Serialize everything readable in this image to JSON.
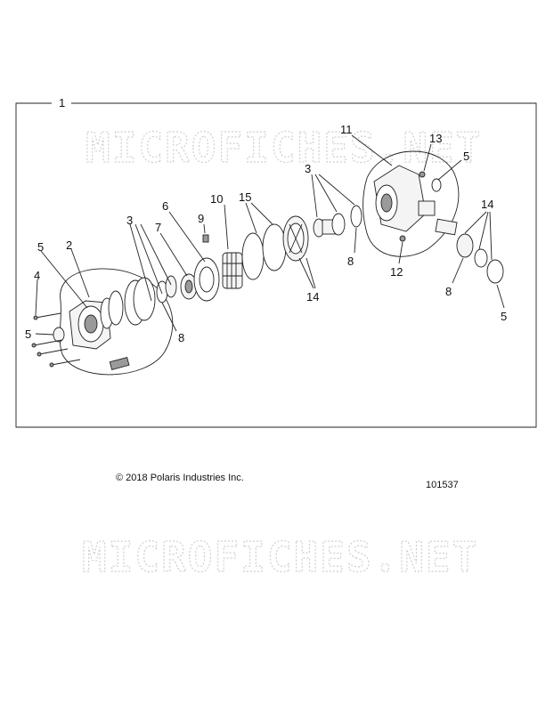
{
  "watermark": "MICROFICHES.NET",
  "copyright": "© 2018 Polaris Industries Inc.",
  "figure_number": "101537",
  "callouts": {
    "c1": "1",
    "c2": "2",
    "c3a": "3",
    "c3b": "3",
    "c4": "4",
    "c5a": "5",
    "c5b": "5",
    "c5c": "5",
    "c5d": "5",
    "c6": "6",
    "c7": "7",
    "c8a": "8",
    "c8b": "8",
    "c8c": "8",
    "c9": "9",
    "c10": "10",
    "c11": "11",
    "c12": "12",
    "c13": "13",
    "c14a": "14",
    "c14b": "14",
    "c15": "15"
  }
}
